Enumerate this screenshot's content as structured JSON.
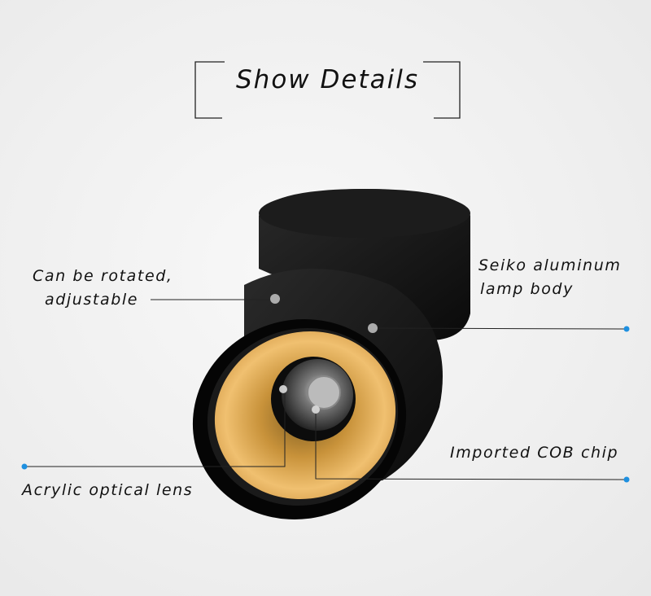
{
  "title": "Show Details",
  "callouts": {
    "rotate": {
      "line1": "Can be rotated,",
      "line2": "adjustable"
    },
    "body": {
      "line1": "Seiko aluminum",
      "line2": "lamp body"
    },
    "chip": {
      "text": "Imported COB chip"
    },
    "lens": {
      "text": "Acrylic optical lens"
    }
  },
  "colors": {
    "lamp_body": "#111111",
    "reflector": "#e8b45a",
    "endpoint_dot": "#1e90e0",
    "background": "#f0f0f0"
  }
}
